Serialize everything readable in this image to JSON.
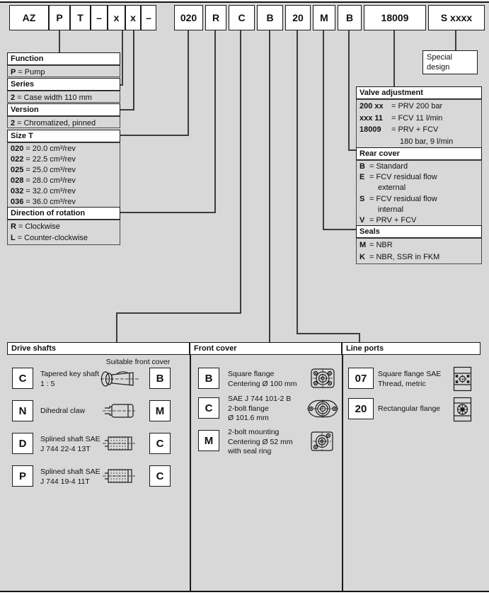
{
  "eq": "=",
  "code_row": {
    "group1": [
      "AZ",
      "P",
      "T",
      "–",
      "x",
      "x",
      "–"
    ],
    "group2": [
      "020",
      "R",
      "C",
      "B",
      "20",
      "M",
      "B",
      "18009",
      "S xxxx"
    ]
  },
  "special_design": {
    "line1": "Special",
    "line2": "design"
  },
  "function": {
    "header": "Function",
    "rows": [
      {
        "code": "P",
        "desc": "Pump"
      }
    ]
  },
  "series": {
    "header": "Series",
    "rows": [
      {
        "code": "2",
        "desc": "Case width 110 mm"
      }
    ]
  },
  "version": {
    "header": "Version",
    "rows": [
      {
        "code": "2",
        "desc": "Chromatized, pinned"
      }
    ]
  },
  "size_t": {
    "header": "Size T",
    "rows": [
      {
        "code": "020",
        "desc": "20.0 cm³/rev"
      },
      {
        "code": "022",
        "desc": "22.5 cm³/rev"
      },
      {
        "code": "025",
        "desc": "25.0 cm³/rev"
      },
      {
        "code": "028",
        "desc": "28.0 cm³/rev"
      },
      {
        "code": "032",
        "desc": "32.0 cm³/rev"
      },
      {
        "code": "036",
        "desc": "36.0 cm³/rev"
      }
    ]
  },
  "direction": {
    "header": "Direction of rotation",
    "rows": [
      {
        "code": "R",
        "desc": "Clockwise"
      },
      {
        "code": "L",
        "desc": "Counter-clockwise"
      }
    ]
  },
  "valve_adjustment": {
    "header": "Valve adjustment",
    "rows": [
      {
        "code": "200 xx",
        "desc": "PRV 200 bar"
      },
      {
        "code": "xxx 11",
        "desc": "FCV 11 l/min"
      },
      {
        "code": "18009",
        "desc": "PRV + FCV",
        "cont": "180 bar, 9 l/min"
      }
    ]
  },
  "rear_cover": {
    "header": "Rear cover",
    "rows": [
      {
        "code": "B",
        "desc": "Standard"
      },
      {
        "code": "E",
        "desc": "FCV residual flow",
        "cont": "external"
      },
      {
        "code": "S",
        "desc": "FCV residual flow",
        "cont": "internal"
      },
      {
        "code": "V",
        "desc": "PRV + FCV"
      }
    ]
  },
  "seals": {
    "header": "Seals",
    "rows": [
      {
        "code": "M",
        "desc": "NBR"
      },
      {
        "code": "K",
        "desc": "NBR, SSR in FKM"
      }
    ]
  },
  "drive_shafts": {
    "header": "Drive shafts",
    "suitable_label": "Suitable front cover",
    "rows": [
      {
        "code": "C",
        "lines": [
          "Tapered key shaft",
          "1 : 5"
        ],
        "icon": "tapered-key-shaft-icon",
        "front_cover": "B"
      },
      {
        "code": "N",
        "lines": [
          "Dihedral claw"
        ],
        "icon": "dihedral-claw-icon",
        "front_cover": "M"
      },
      {
        "code": "D",
        "lines": [
          "Splined shaft SAE",
          "J 744 22-4 13T"
        ],
        "icon": "splined-shaft-icon",
        "front_cover": "C"
      },
      {
        "code": "P",
        "lines": [
          "Splined shaft SAE",
          "J 744 19-4 11T"
        ],
        "icon": "splined-shaft-icon",
        "front_cover": "C"
      }
    ]
  },
  "front_cover": {
    "header": "Front cover",
    "rows": [
      {
        "code": "B",
        "lines": [
          "Square flange",
          "Centering Ø 100 mm"
        ],
        "icon": "square-flange-icon"
      },
      {
        "code": "C",
        "lines": [
          "SAE J 744 101-2 B",
          "2-bolt flange",
          "Ø 101.6 mm"
        ],
        "icon": "sae-2-bolt-flange-icon"
      },
      {
        "code": "M",
        "lines": [
          "2-bolt mounting",
          "Centering Ø 52 mm",
          "with seal ring"
        ],
        "icon": "two-bolt-mounting-icon"
      }
    ]
  },
  "line_ports": {
    "header": "Line ports",
    "rows": [
      {
        "code": "07",
        "lines": [
          "Square flange SAE",
          "Thread, metric"
        ],
        "icon": "square-flange-sae-port-icon"
      },
      {
        "code": "20",
        "lines": [
          "Rectangular flange"
        ],
        "icon": "rectangular-flange-icon"
      }
    ]
  }
}
